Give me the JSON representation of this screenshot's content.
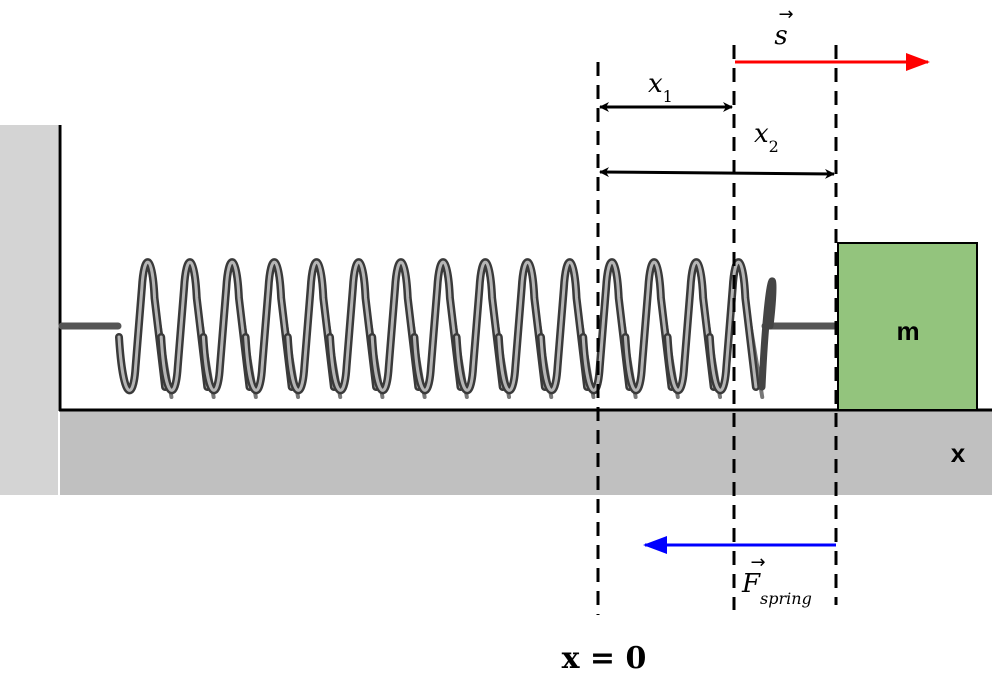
{
  "labels": {
    "displacement_vector": "s",
    "x1": "x",
    "x1_sub": "1",
    "x2": "x",
    "x2_sub": "2",
    "force": "F",
    "force_sub": "spring",
    "mass": "m",
    "axis": "x",
    "origin": "x = 0"
  },
  "colors": {
    "displacement_arrow": "#ff0000",
    "force_arrow": "#0000ff",
    "mass_fill": "#93c47d",
    "floor": "#c0c0c0",
    "wall": "#d4d4d4",
    "spring": "#555555"
  },
  "spring": {
    "coils": 15
  }
}
